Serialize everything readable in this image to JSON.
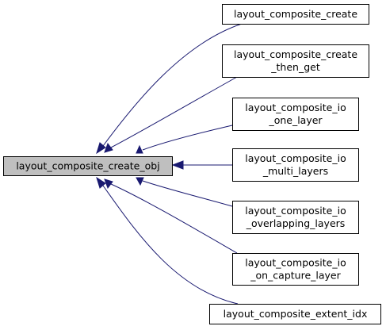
{
  "graph": {
    "focus": {
      "id": "focus",
      "lines": [
        "layout_composite_create_obj"
      ]
    },
    "callers": [
      {
        "id": "c1",
        "lines": [
          "layout_composite_create"
        ]
      },
      {
        "id": "c2",
        "lines": [
          "layout_composite_create",
          "_then_get"
        ]
      },
      {
        "id": "c3",
        "lines": [
          "layout_composite_io",
          "_one_layer"
        ]
      },
      {
        "id": "c4",
        "lines": [
          "layout_composite_io",
          "_multi_layers"
        ]
      },
      {
        "id": "c5",
        "lines": [
          "layout_composite_io",
          "_overlapping_layers"
        ]
      },
      {
        "id": "c6",
        "lines": [
          "layout_composite_io",
          "_on_capture_layer"
        ]
      },
      {
        "id": "c7",
        "lines": [
          "layout_composite_extent_idx"
        ]
      }
    ],
    "colors": {
      "edge": "#191970",
      "focus_fill": "#bfbfbf",
      "caller_fill": "#ffffff",
      "border": "#000000"
    }
  }
}
